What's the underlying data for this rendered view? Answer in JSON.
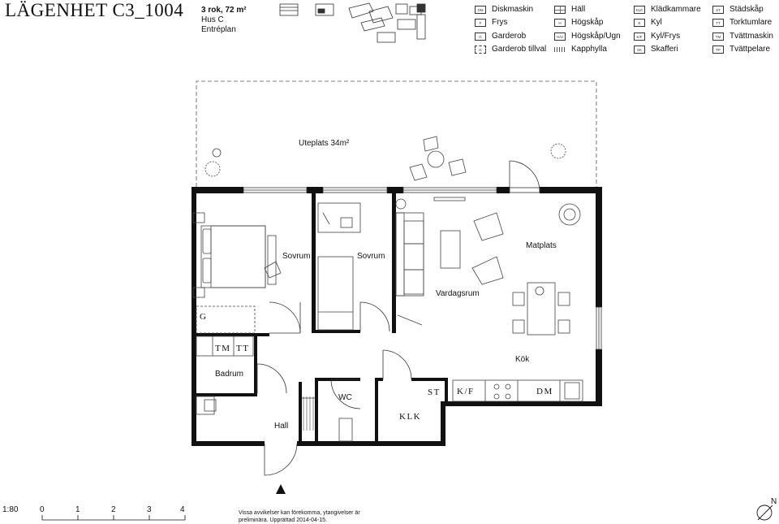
{
  "title": "LÄGENHET C3_1004",
  "info": {
    "rooms_area": "3 rok, 72 m²",
    "building": "Hus C",
    "floor": "Entréplan"
  },
  "legend": {
    "col1": [
      {
        "abbr": "DM",
        "label": "Diskmaskin",
        "style": "box"
      },
      {
        "abbr": "F",
        "label": "Frys",
        "style": "box"
      },
      {
        "abbr": "G",
        "label": "Garderob",
        "style": "box"
      },
      {
        "abbr": "G",
        "label": "Garderob tillval",
        "style": "dash"
      }
    ],
    "col2": [
      {
        "abbr": "",
        "label": "Häll",
        "style": "grid"
      },
      {
        "abbr": "H",
        "label": "Högskåp",
        "style": "box"
      },
      {
        "abbr": "H/U",
        "label": "Högskåp/Ugn",
        "style": "box"
      },
      {
        "abbr": "",
        "label": "Kapphylla",
        "style": "lines"
      }
    ],
    "col3": [
      {
        "abbr": "KLK",
        "label": "Klädkammare",
        "style": "box"
      },
      {
        "abbr": "K",
        "label": "Kyl",
        "style": "box"
      },
      {
        "abbr": "K/F",
        "label": "Kyl/Frys",
        "style": "box"
      },
      {
        "abbr": "SK",
        "label": "Skafferi",
        "style": "box"
      }
    ],
    "col4": [
      {
        "abbr": "ST",
        "label": "Städskåp",
        "style": "box"
      },
      {
        "abbr": "TT",
        "label": "Torktumlare",
        "style": "box"
      },
      {
        "abbr": "TM",
        "label": "Tvättmaskin",
        "style": "box"
      },
      {
        "abbr": "TP",
        "label": "Tvättpelare",
        "style": "box"
      }
    ]
  },
  "rooms": {
    "uteplats": "Uteplats 34m²",
    "sovrum1": "Sovrum",
    "sovrum2": "Sovrum",
    "matplats": "Matplats",
    "vardagsrum": "Vardagsrum",
    "kok": "Kök",
    "badrum": "Badrum",
    "wc": "WC",
    "hall": "Hall"
  },
  "codes": {
    "g": "G",
    "tm": "TM",
    "tt": "TT",
    "st": "ST",
    "kf": "K/F",
    "dm": "DM",
    "klk": "KLK"
  },
  "scale": {
    "ratio": "1:80",
    "ticks": [
      "0",
      "1",
      "2",
      "3",
      "4"
    ]
  },
  "north": "N",
  "note": {
    "line1": "Vissa avvikelser kan förekomma, ytangivelser är",
    "line2": "preliminära. Upprättad 2014-04-15."
  },
  "colors": {
    "wall": "#111111",
    "line": "#555555"
  }
}
